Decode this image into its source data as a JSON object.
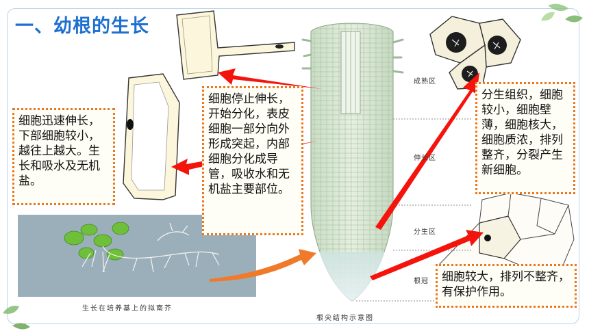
{
  "slide": {
    "title": "一、幼根的生长",
    "callouts": {
      "elongation": "细胞迅速伸长，下部细胞较小，越往上越大。生长和吸水及无机盐。",
      "maturation": "细胞停止伸长，开始分化，表皮细胞一部分向外形成突起，内部细胞分化成导管，吸收水和无机盐主要部位。",
      "meristem": "分生组织，细胞较小，细胞壁薄，细胞核大，细胞质浓，排列整齐，分裂产生新细胞。",
      "root_cap": "细胞较大，排列不整齐，有保护作用。"
    },
    "zone_labels": {
      "maturation": "成熟区",
      "elongation": "伸长区",
      "meristem": "分生区",
      "root_cap": "根冠"
    },
    "captions": {
      "photo": "生长在培养基上的拟南芥",
      "diagram": "根尖结构示意图"
    }
  }
}
